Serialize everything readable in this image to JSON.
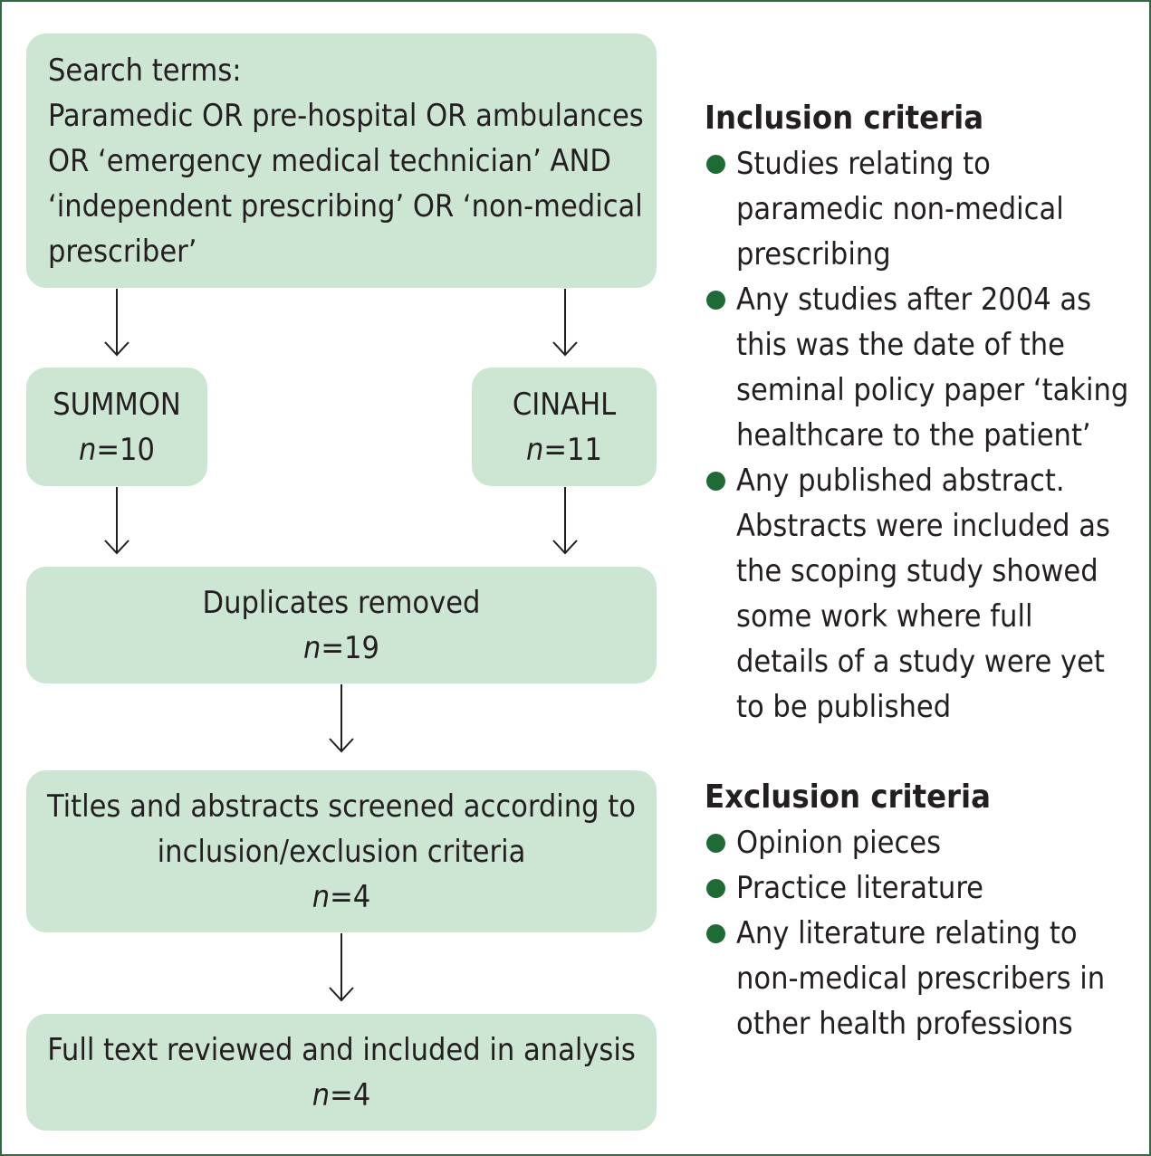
{
  "flow": {
    "search": {
      "lines": [
        "Search terms:",
        "Paramedic OR pre-hospital OR ambulances",
        "OR ‘emergency medical technician’ AND",
        "‘independent prescribing’ OR ‘non-medical",
        "prescriber’"
      ]
    },
    "summon": {
      "label": "SUMMON",
      "n_prefix": "n",
      "n_value": "=10"
    },
    "cinahl": {
      "label": "CINAHL",
      "n_prefix": "n",
      "n_value": "=11"
    },
    "duplicates": {
      "label": "Duplicates removed",
      "n_prefix": "n",
      "n_value": "=19"
    },
    "titles": {
      "lines": [
        "Titles and abstracts screened according to",
        "inclusion/exclusion criteria"
      ],
      "n_prefix": "n",
      "n_value": "=4"
    },
    "full_text": {
      "label": "Full text reviewed and included in analysis",
      "n_prefix": "n",
      "n_value": "=4"
    }
  },
  "inclusion": {
    "heading": "Inclusion criteria",
    "items": [
      [
        "Studies relating to",
        "paramedic non-medical",
        "prescribing"
      ],
      [
        "Any studies after 2004 as",
        "this was the date of the",
        "seminal policy paper ‘taking",
        "healthcare to the patient’"
      ],
      [
        "Any published abstract.",
        "Abstracts were included as",
        "the scoping study showed",
        "some work where full",
        "details of a study were yet",
        "to be published"
      ]
    ]
  },
  "exclusion": {
    "heading": "Exclusion criteria",
    "items": [
      [
        "Opinion pieces"
      ],
      [
        "Practice literature"
      ],
      [
        "Any literature relating to",
        "non-medical prescribers in",
        "other health professions"
      ]
    ]
  },
  "colors": {
    "box_fill": "#cde6d3",
    "border": "#2e6b3e",
    "bullet": "#1f6b36",
    "text": "#231f20"
  }
}
